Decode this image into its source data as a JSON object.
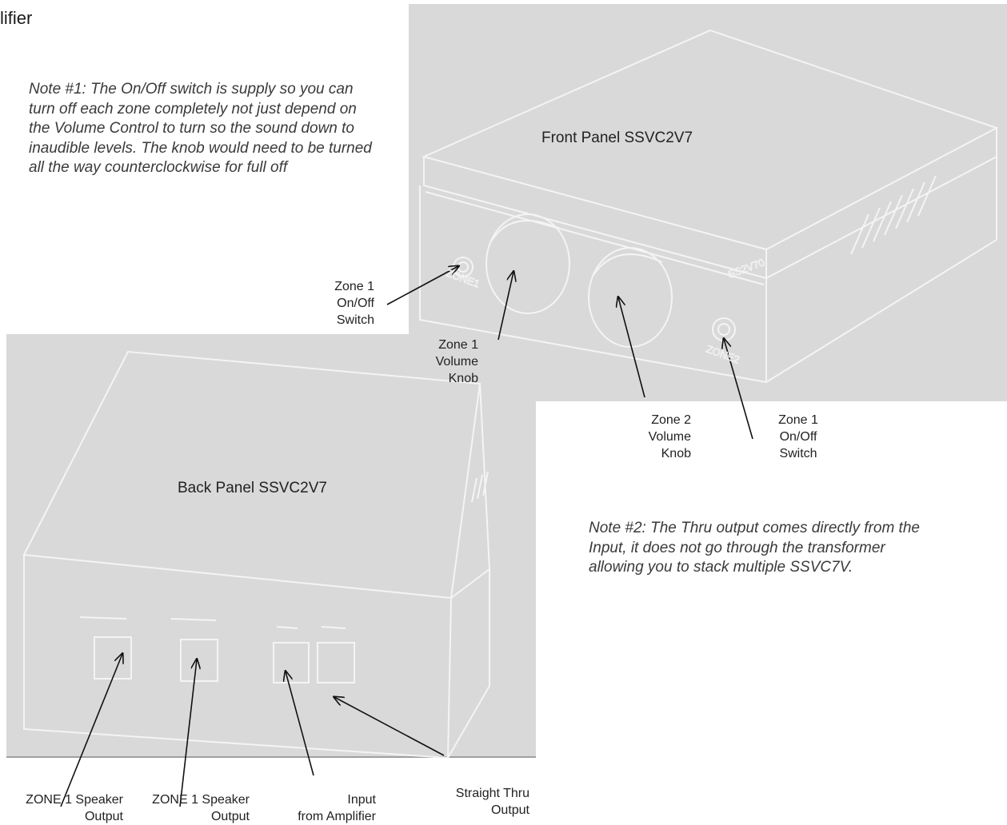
{
  "title_fragment": "lifier",
  "notes": {
    "note1": "Note #1: The On/Off switch is supply so you can turn off each zone completely not just depend on the Volume Control to turn so the sound down to inaudible levels. The knob would need to be turned all the way counterclockwise for full off",
    "note2": "Note #2: The Thru output comes directly from the Input, it does not go through the transformer allowing you to stack multiple SSVC7V."
  },
  "front_panel": {
    "title": "Front Panel SSVC2V7",
    "markings": {
      "zone1": "ZONE1",
      "zone2": "ZONE2",
      "model": "SS2V70"
    },
    "callouts": {
      "zone1_switch": [
        "Zone 1",
        "On/Off",
        "Switch"
      ],
      "zone1_knob": [
        "Zone 1",
        "Volume",
        "Knob"
      ],
      "zone2_knob": [
        "Zone 2",
        "Volume",
        "Knob"
      ],
      "zone2_switch": [
        "Zone 1",
        "On/Off",
        "Switch"
      ]
    }
  },
  "back_panel": {
    "title": "Back Panel SSVC2V7",
    "callouts": {
      "speaker1": [
        "ZONE 1 Speaker",
        "Output"
      ],
      "speaker2": [
        "ZONE 1 Speaker",
        "Output"
      ],
      "input": [
        "Input",
        "from Amplifier"
      ],
      "thru": [
        "Straight Thru",
        "Output"
      ]
    }
  },
  "colors": {
    "photo_background": "#d9d9d9",
    "line_art": "#f4f4f4",
    "arrow": "#111111",
    "note_text": "#3a3a3a"
  }
}
